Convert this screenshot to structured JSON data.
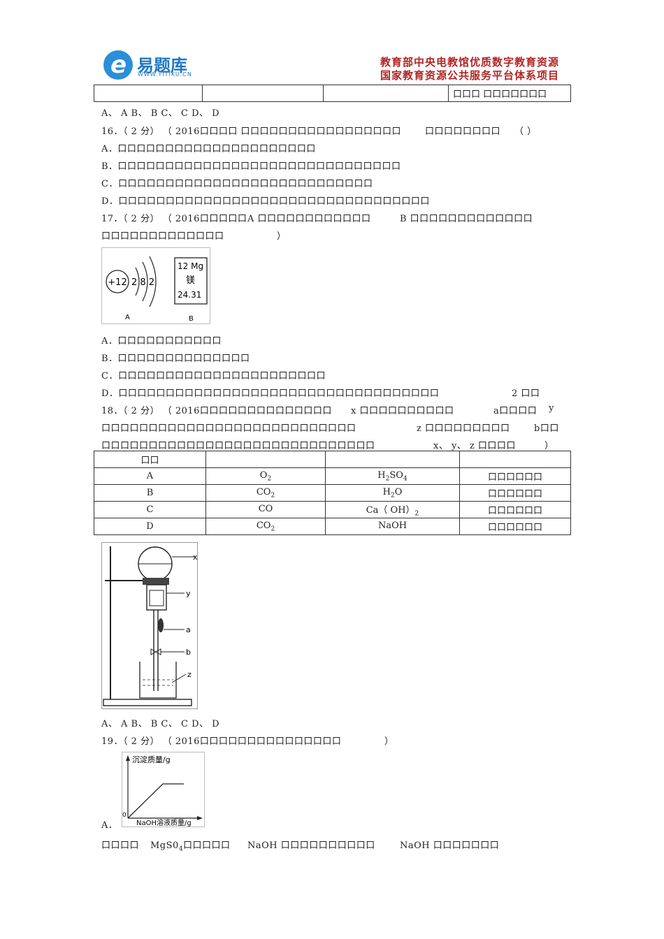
{
  "header": {
    "logo_icon": "e-cloud-logo",
    "logo_name": "易题库",
    "logo_url": "WWW.YITIKU.CN",
    "right_line1": "教育部中央电教馆优质数字教育资源",
    "right_line2": "国家教育资源公共服务平台体系项目"
  },
  "top_table": {
    "last_cell": "口口口    口口口口口口口"
  },
  "q15_options": "A、  A B、  B C、  C D、  D",
  "q16": {
    "stem_a": "16．（  2 分）  （  2016口口口口     口口口口口口口口口口口口口口口口口",
    "stem_b": "口口口口口口口口",
    "paren": "（          ）",
    "opt_a": "A．口口口口口口口口口口口口口口口口口口口口口",
    "opt_b": "B．口口口口口口口口口口口口口口口口口口口口口口口口口口口口口口",
    "opt_c": "C．口口口口口口口口口口口口口口口口口口口口口口口口口口口",
    "opt_d": "D．口口口口口口口口口口口口口口口口口口口口口口口口口口口口口口口口口"
  },
  "q17": {
    "stem_a": "17．（  2 分）  （  2016口口口口口",
    "stem_b": "A 口口口口口口口口口口口口",
    "stem_c": "B 口口口口口口口口口口口口口",
    "line2": "口口口口口口口口口口口口口",
    "paren": "）",
    "fig_a_nucleus": "+12",
    "fig_a_shells": "2  8  2",
    "fig_a_label": "A",
    "fig_b_line1": "12  Mg",
    "fig_b_line2": "镁",
    "fig_b_line3": "24.31",
    "fig_b_label": "B",
    "opt_a": "A．口口口口口口口口口口口",
    "opt_b": "B．口口口口口口口口口口口口口口",
    "opt_c": "C．口口口口口口口口口口口口口口口口口口口口口口",
    "opt_d": "D．口口口口口口口口口口口口口口口口口口口口口口口口口口口口口口口口口口",
    "score_tail": "2 口口"
  },
  "q18": {
    "l1_a": "18．（  2 分）  （  2016口口口口口口口口口口口口口口",
    "l1_b": "x 口口口口口口口口口口",
    "l1_c": "a口口口口",
    "l1_d": "y",
    "l2_a": "口口口口口口口口口口口口口口口口口口口口口口口口口口口",
    "l2_b": "z 口口口口口口口口口",
    "l2_c": "b口口",
    "l3_a": "口口口口口口口口口口口口口口口口口口口口口口口口口口口口口",
    "l3_b": "x、  y、  z 口口口口",
    "l3_c": "）",
    "table_header": "口口",
    "rows": [
      {
        "opt": "A",
        "x": "O",
        "x_sub": "2",
        "y": "H",
        "y_sub": "2",
        "y_rest": "SO",
        "y_sub2": "4",
        "z": "口口口口口口"
      },
      {
        "opt": "B",
        "x": "CO",
        "x_sub": "2",
        "y": "H",
        "y_sub": "2",
        "y_rest": "O",
        "y_sub2": "",
        "z": "口口口口口口"
      },
      {
        "opt": "C",
        "x": "CO",
        "x_sub": "",
        "y": "Ca（  OH）",
        "y_sub": "",
        "y_rest": "",
        "y_sub2": "2",
        "z": "口口口口口口"
      },
      {
        "opt": "D",
        "x": "CO",
        "x_sub": "2",
        "y": "NaOH",
        "y_sub": "",
        "y_rest": "",
        "y_sub2": "",
        "z": "口口口口口口"
      }
    ],
    "fig_labels": {
      "x": "x",
      "y": "y",
      "a": "a",
      "b": "b",
      "z": "z"
    },
    "options": "A、  A B、  B C、  C D、  D"
  },
  "q19": {
    "stem": "19．（  2 分）  （  2016口口口口口口口口口口口口口口口",
    "paren": "）",
    "graph_ylabel": "沉淀质量/g",
    "graph_xlabel": "NaOH溶液质量/g",
    "graph_origin": "0",
    "opt_a_label": "A．",
    "bottom_a": "口口口口",
    "bottom_b": "MgS0",
    "bottom_b_sub": "4",
    "bottom_b_rest": "口口口口口",
    "bottom_c": "NaOH 口口口口口口口口口口",
    "bottom_d": "NaOH 口口口口口口口"
  }
}
